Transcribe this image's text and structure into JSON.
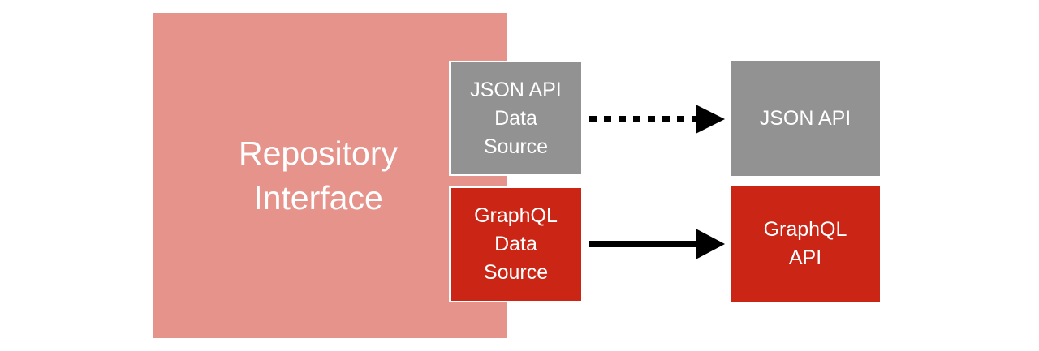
{
  "diagram": {
    "repository": {
      "label": "Repository\nInterface",
      "color": "#e6938b"
    },
    "json_data_source": {
      "label": "JSON API\nData\nSource",
      "color": "#929292"
    },
    "graphql_data_source": {
      "label": "GraphQL\nData\nSource",
      "color": "#cb2615"
    },
    "json_api": {
      "label": "JSON API",
      "color": "#929292"
    },
    "graphql_api": {
      "label": "GraphQL\nAPI",
      "color": "#cb2615"
    },
    "edges": [
      {
        "from": "JSON API Data Source",
        "to": "JSON API",
        "style": "dotted"
      },
      {
        "from": "GraphQL Data Source",
        "to": "GraphQL API",
        "style": "solid"
      }
    ]
  }
}
